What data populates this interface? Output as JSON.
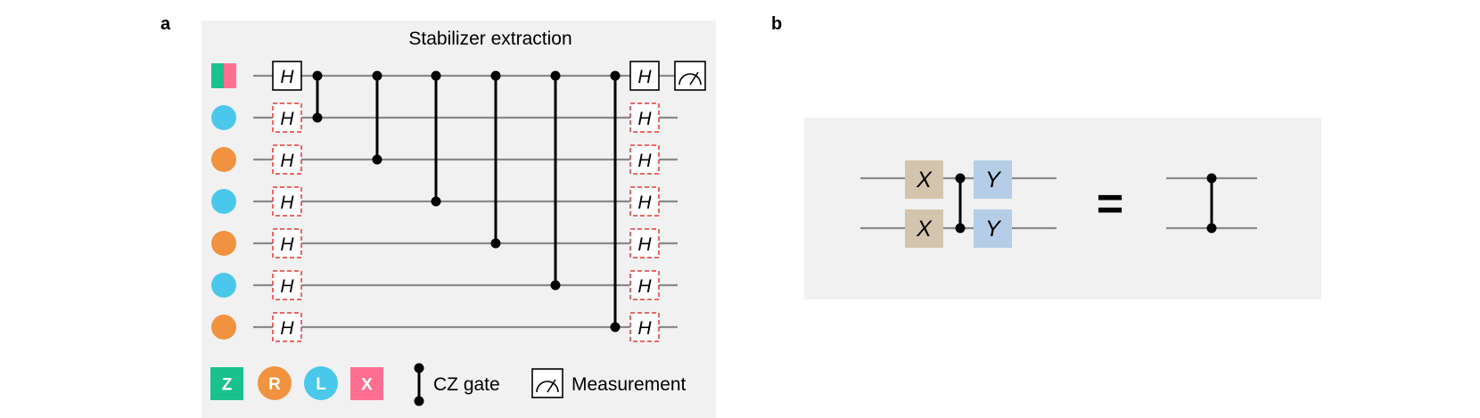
{
  "panel_a": {
    "label": "a",
    "title": "Stabilizer extraction",
    "hadamard_label": "H",
    "legend": {
      "z_badge": "Z",
      "r_badge": "R",
      "l_badge": "L",
      "x_badge": "X",
      "cz_label": "CZ gate",
      "measurement_label": "Measurement"
    }
  },
  "panel_b": {
    "label": "b",
    "x_label": "X",
    "y_label": "Y",
    "equals": "="
  },
  "colors": {
    "panel_bg": "#f1f1f1",
    "z_green": "#19c18c",
    "x_pink": "#ff6f91",
    "cyan": "#4ac8ea",
    "orange": "#f0923f",
    "tan": "#d3c5ad",
    "light_blue": "#b5cde6",
    "dashed_red": "#e53935"
  }
}
